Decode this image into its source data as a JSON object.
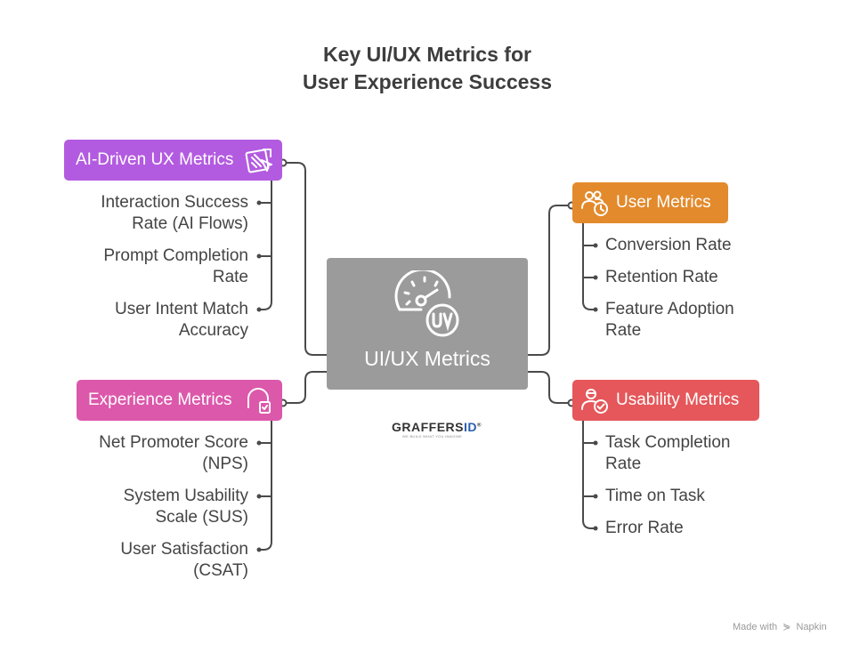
{
  "title": {
    "line1": "Key UI/UX Metrics for",
    "line2": "User Experience Success"
  },
  "center": {
    "label": "UI/UX Metrics",
    "icon": "gauge-uv-icon"
  },
  "branches": {
    "ai": {
      "label": "AI-Driven UX Metrics",
      "color": "#b35be0",
      "icon": "ai-cursor-icon",
      "items": [
        {
          "line1": "Interaction Success",
          "line2": "Rate (AI Flows)"
        },
        {
          "line1": "Prompt Completion",
          "line2": "Rate"
        },
        {
          "line1": "User Intent Match",
          "line2": "Accuracy"
        }
      ]
    },
    "experience": {
      "label": "Experience Metrics",
      "color": "#dc58ab",
      "icon": "headset-check-icon",
      "items": [
        {
          "line1": "Net Promoter Score",
          "line2": "(NPS)"
        },
        {
          "line1": "System Usability",
          "line2": "Scale (SUS)"
        },
        {
          "line1": "User Satisfaction",
          "line2": "(CSAT)"
        }
      ]
    },
    "user": {
      "label": "User Metrics",
      "color": "#e38a2c",
      "icon": "users-clock-icon",
      "items": [
        {
          "line1": "Conversion Rate",
          "line2": ""
        },
        {
          "line1": "Retention Rate",
          "line2": ""
        },
        {
          "line1": "Feature Adoption",
          "line2": "Rate"
        }
      ]
    },
    "usability": {
      "label": "Usability Metrics",
      "color": "#e5575a",
      "icon": "user-check-icon",
      "items": [
        {
          "line1": "Task Completion",
          "line2": "Rate"
        },
        {
          "line1": "Time on Task",
          "line2": ""
        },
        {
          "line1": "Error Rate",
          "line2": ""
        }
      ]
    }
  },
  "logo": {
    "main": "GRAFFERS",
    "id": "ID",
    "sup": "®",
    "tagline": "WE BUILD WHAT YOU IMAGINE"
  },
  "watermark": {
    "made_with": "Made with",
    "brand": "Napkin",
    "icon": "napkin-icon"
  }
}
